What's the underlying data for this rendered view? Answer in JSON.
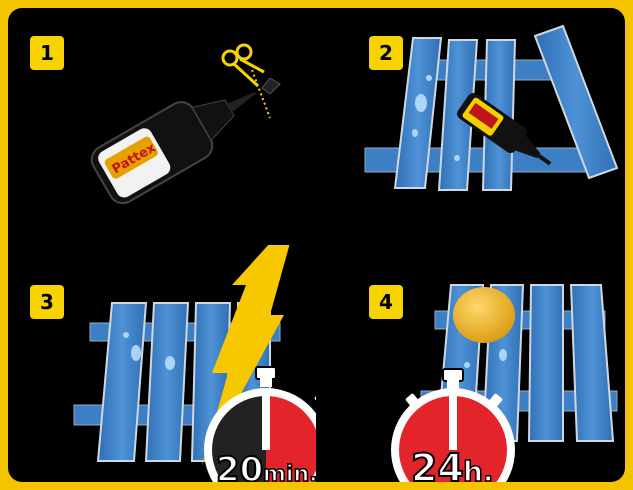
{
  "steps": [
    {
      "number": "1"
    },
    {
      "number": "2"
    },
    {
      "number": "3"
    },
    {
      "number": "4"
    }
  ],
  "bottle_brand": "Pattex",
  "timers": {
    "short": {
      "value": "20",
      "unit": "min."
    },
    "long": {
      "value": "24",
      "unit": "h."
    }
  },
  "colors": {
    "frame_border": "#f5c400",
    "background": "#000000",
    "badge": "#f7d400",
    "wood": "#3d7fc4",
    "timer_red": "#e4242b",
    "lightning": "#f7c800"
  }
}
